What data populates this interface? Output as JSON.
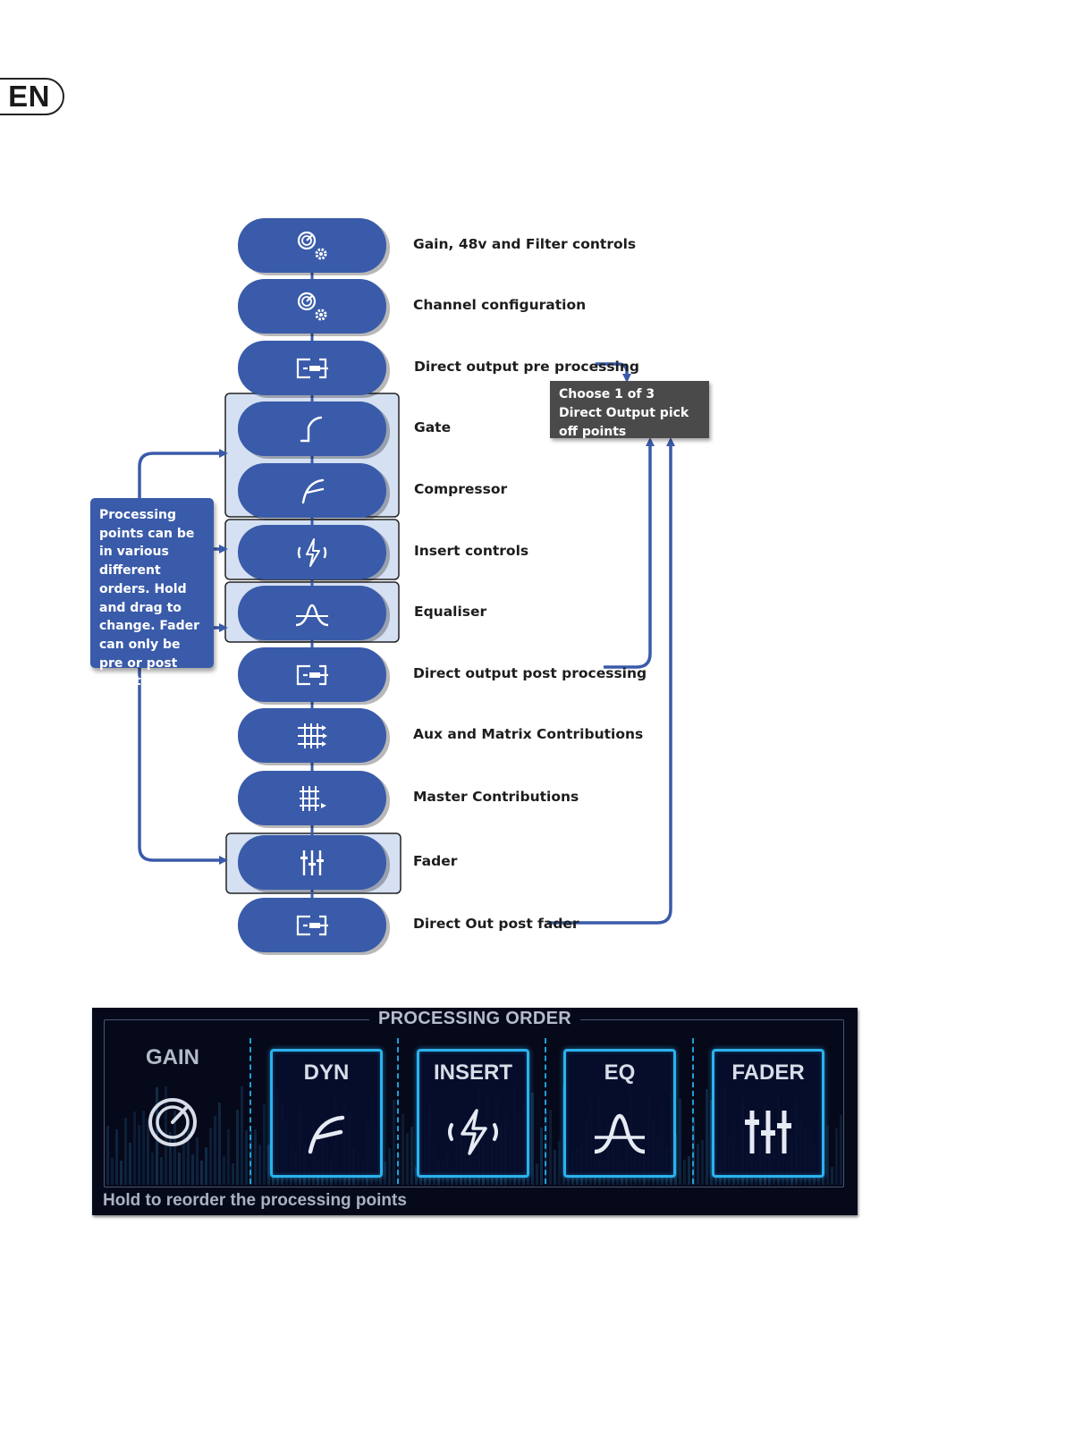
{
  "language_tab": "EN",
  "steps": [
    {
      "label": "Gain, 48v and Filter controls",
      "icon": "gain-gear-icon"
    },
    {
      "label": "Channel configuration",
      "icon": "gain-gear-icon"
    },
    {
      "label": "Direct output pre processing",
      "icon": "direct-out-icon"
    },
    {
      "label": "Gate",
      "icon": "gate-icon"
    },
    {
      "label": "Compressor",
      "icon": "compressor-icon"
    },
    {
      "label": "Insert controls",
      "icon": "insert-icon"
    },
    {
      "label": "Equaliser",
      "icon": "eq-icon"
    },
    {
      "label": "Direct output post processing",
      "icon": "direct-out-icon"
    },
    {
      "label": "Aux and Matrix Contributions",
      "icon": "aux-matrix-icon"
    },
    {
      "label": "Master Contributions",
      "icon": "master-icon"
    },
    {
      "label": "Fader",
      "icon": "fader-icon"
    },
    {
      "label": "Direct Out post fader",
      "icon": "direct-out-icon"
    }
  ],
  "callouts": {
    "direct_out": "Choose 1 of 3 Direct Output pick off points",
    "processing": "Processing points can be in various different orders. Hold and drag to change. Fader can only be pre or post Insert."
  },
  "panel": {
    "title": "PROCESSING ORDER",
    "gain_label": "GAIN",
    "points": [
      {
        "label": "DYN",
        "icon": "compressor-icon"
      },
      {
        "label": "INSERT",
        "icon": "insert-icon"
      },
      {
        "label": "EQ",
        "icon": "eq-icon"
      },
      {
        "label": "FADER",
        "icon": "fader-icon"
      }
    ],
    "hint": "Hold to reorder the processing points"
  },
  "colors": {
    "pill": "#3a5ba9",
    "group_fill": "#d5e0f3",
    "arrow": "#3a5ba9",
    "callout_dark": "#4a4a4a",
    "panel_bg": "#06091a",
    "panel_accent": "#2bb2ee"
  }
}
